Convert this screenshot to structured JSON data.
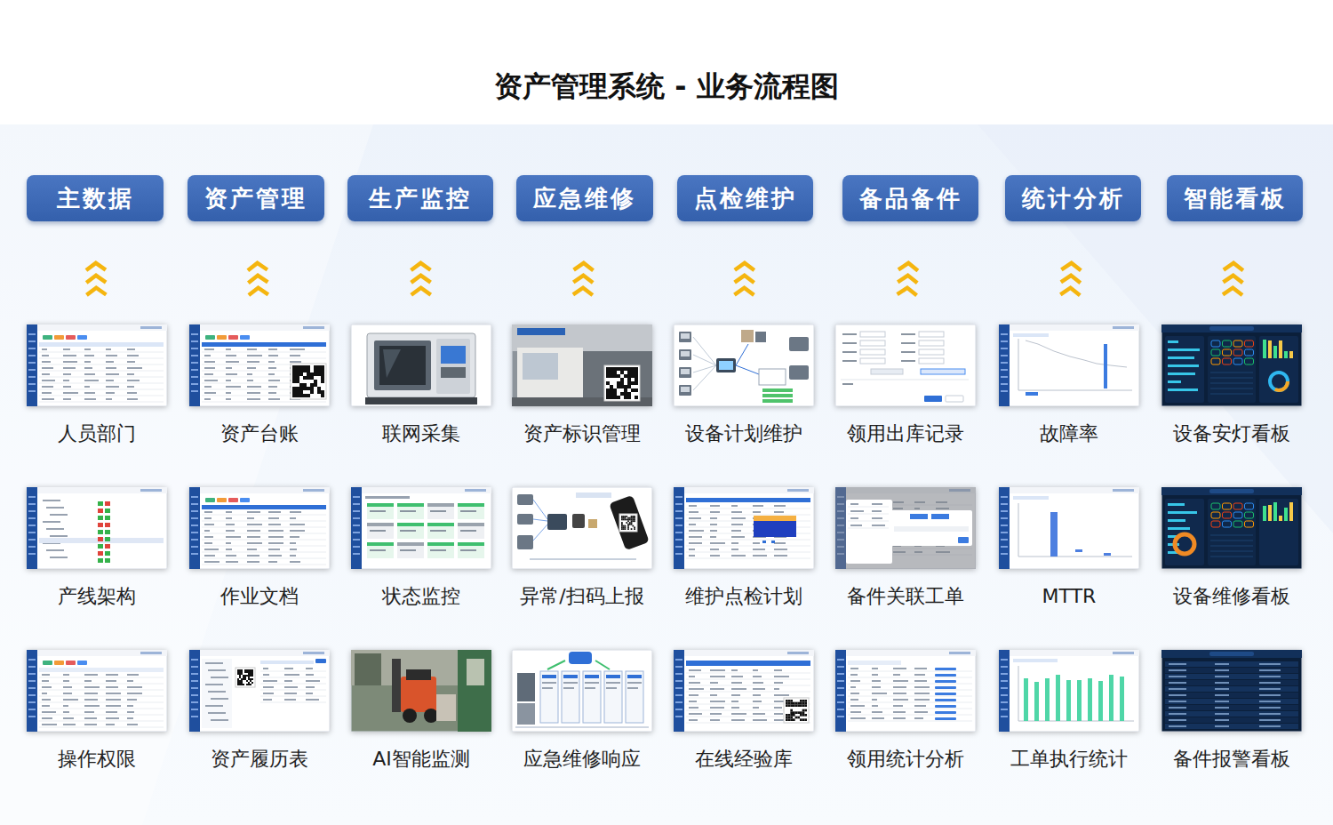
{
  "diagram": {
    "title": "资产管理系统 - 业务流程图",
    "nodes": [
      {
        "text": [
          "主数据"
        ]
      },
      {
        "text": [
          "资产管理"
        ]
      },
      {
        "text": [
          "生产监控"
        ]
      },
      {
        "text": [
          "应急维修"
        ]
      },
      {
        "text": [
          "点检维护"
        ]
      },
      {
        "text": [
          "备品备件"
        ]
      },
      {
        "text": [
          "统计分析"
        ]
      },
      {
        "text": [
          "智能看板"
        ]
      },
      {
        "text": [
          "人员部门"
        ]
      },
      {
        "text": [
          "资产台账"
        ]
      },
      {
        "text": [
          "联网采集"
        ]
      },
      {
        "text": [
          "资产标识管理"
        ]
      },
      {
        "text": [
          "设备计划维护"
        ]
      },
      {
        "text": [
          "领用出库记录"
        ]
      },
      {
        "text": [
          "故障率"
        ]
      },
      {
        "text": [
          "设备安灯看板"
        ]
      },
      {
        "text": [
          "产线架构"
        ]
      },
      {
        "text": [
          "作业文档"
        ]
      },
      {
        "text": [
          "状态监控"
        ]
      },
      {
        "text": [
          "异常/扫码上报"
        ]
      },
      {
        "text": [
          "维护点检计划"
        ]
      },
      {
        "text": [
          "备件关联工单"
        ]
      },
      {
        "text": [
          "MTTR"
        ]
      },
      {
        "text": [
          "设备维修看板"
        ]
      },
      {
        "text": [
          "操作权限"
        ]
      },
      {
        "text": [
          "资产履历表"
        ]
      },
      {
        "text": [
          "AI智能监测"
        ]
      },
      {
        "text": [
          "应急维修响应"
        ]
      },
      {
        "text": [
          "在线经验库"
        ]
      },
      {
        "text": [
          "领用统计分析"
        ]
      },
      {
        "text": [
          "工单执行统计"
        ]
      },
      {
        "text": [
          "备件报警看板"
        ]
      }
    ],
    "edges": [
      {
        "from": 8,
        "to": 0,
        "arrow": "to"
      },
      {
        "from": 9,
        "to": 1,
        "arrow": "to"
      },
      {
        "from": 10,
        "to": 2,
        "arrow": "to"
      },
      {
        "from": 11,
        "to": 3,
        "arrow": "to"
      },
      {
        "from": 12,
        "to": 4,
        "arrow": "to"
      },
      {
        "from": 13,
        "to": 5,
        "arrow": "to"
      },
      {
        "from": 14,
        "to": 6,
        "arrow": "to"
      },
      {
        "from": 15,
        "to": 7,
        "arrow": "to"
      }
    ]
  }
}
